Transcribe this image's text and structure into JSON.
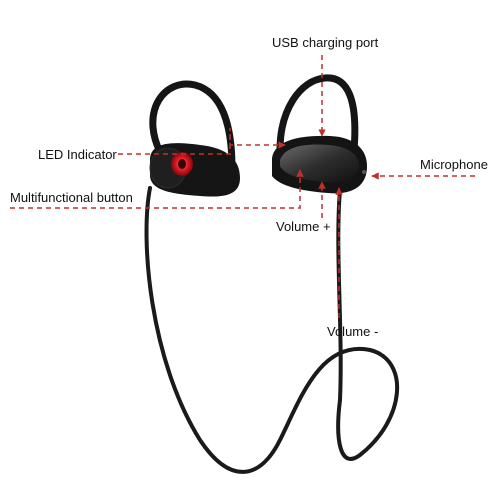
{
  "diagram": {
    "labels": {
      "usb_port": "USB charging port",
      "led": "LED Indicator",
      "microphone": "Microphone",
      "multifunction": "Multifunctional button",
      "volume_up": "Volume +",
      "volume_down": "Volume -"
    },
    "colors": {
      "callout_line": "#c0302a",
      "cable": "#1a1a1a",
      "earbud_body": "#141414",
      "earbud_face": "#3a3a3a",
      "led_light": "#e0202a"
    }
  }
}
